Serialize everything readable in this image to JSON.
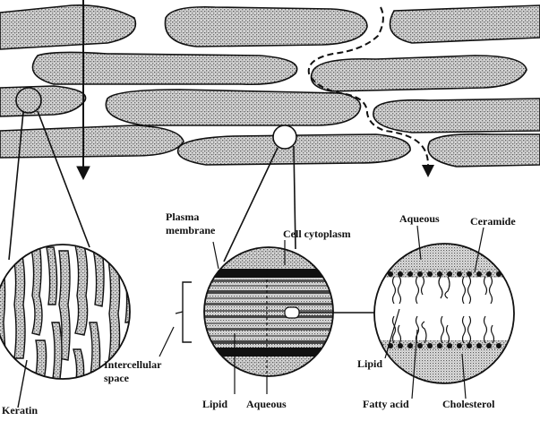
{
  "labels": {
    "plasma_membrane_line1": "Plasma",
    "plasma_membrane_line2": "membrane",
    "cell_cytoplasm": "Cell cytoplasm",
    "aqueous_top": "Aqueous",
    "ceramide": "Ceramide",
    "intercellular_line1": "Intercellular",
    "intercellular_line2": "space",
    "lipid_right": "Lipid",
    "keratin": "Keratin",
    "lipid_bottom": "Lipid",
    "aqueous_bottom": "Aqueous",
    "fatty_acid": "Fatty acid",
    "cholesterol": "Cholesterol"
  },
  "colors": {
    "ink": "#111111",
    "cell_fill": "#bdbdbd",
    "dark_band": "#1a1a1a"
  }
}
